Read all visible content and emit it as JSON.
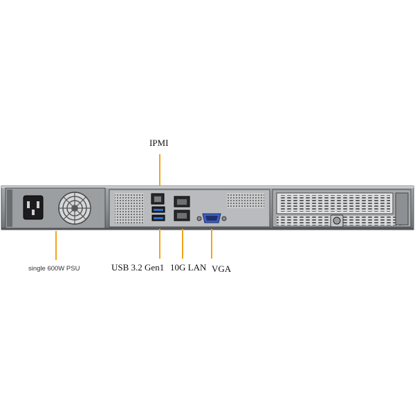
{
  "labels": {
    "ipmi": "IPMI",
    "psu": "single 600W PSU",
    "usb": "USB 3.2 Gen1",
    "lan": "10G LAN",
    "vga": "VGA"
  },
  "colors": {
    "callout_line": "#f2a516",
    "chassis": "#8a8d90",
    "chassis_dark": "#3a3c3f",
    "usb_blue": "#2f6fd0",
    "vga_blue": "#3a5ec8"
  }
}
